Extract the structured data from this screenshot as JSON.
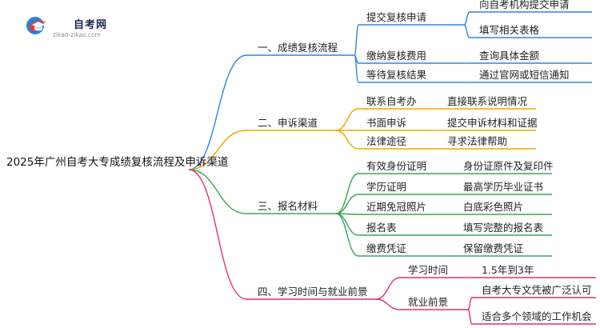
{
  "logo": {
    "title": "自考网",
    "url": "zikao-zikao.com"
  },
  "root": "2025年广州自考大专成绩复核流程及申诉渠道",
  "branches": [
    {
      "label": "一、成绩复核流程",
      "color": "#2e86de",
      "children": [
        {
          "label": "提交复核申请",
          "leaves": [
            "向自考机构提交申请",
            "填写相关表格"
          ]
        },
        {
          "label": "缴纳复核费用",
          "leaves": [
            "查询具体金额"
          ]
        },
        {
          "label": "等待复核结果",
          "leaves": [
            "通过官网或短信通知"
          ]
        }
      ]
    },
    {
      "label": "二、申诉渠道",
      "color": "#f0a500",
      "children": [
        {
          "label": "联系自考办",
          "leaves": [
            "直接联系说明情况"
          ]
        },
        {
          "label": "书面申诉",
          "leaves": [
            "提交申诉材料和证据"
          ]
        },
        {
          "label": "法律途径",
          "leaves": [
            "寻求法律帮助"
          ]
        }
      ]
    },
    {
      "label": "三、报名材料",
      "color": "#3aa65a",
      "children": [
        {
          "label": "有效身份证明",
          "leaves": [
            "身份证原件及复印件"
          ]
        },
        {
          "label": "学历证明",
          "leaves": [
            "最高学历毕业证书"
          ]
        },
        {
          "label": "近期免冠照片",
          "leaves": [
            "白底彩色照片"
          ]
        },
        {
          "label": "报名表",
          "leaves": [
            "填写完整的报名表"
          ]
        },
        {
          "label": "缴费凭证",
          "leaves": [
            "保留缴费凭证"
          ]
        }
      ]
    },
    {
      "label": "四、学习时间与就业前景",
      "color": "#e0306e",
      "children": [
        {
          "label": "学习时间",
          "leaves": [
            "1.5年到3年"
          ]
        },
        {
          "label": "就业前景",
          "leaves": [
            "自考大专文凭被广泛认可",
            "适合多个领域的工作机会"
          ]
        }
      ]
    }
  ]
}
